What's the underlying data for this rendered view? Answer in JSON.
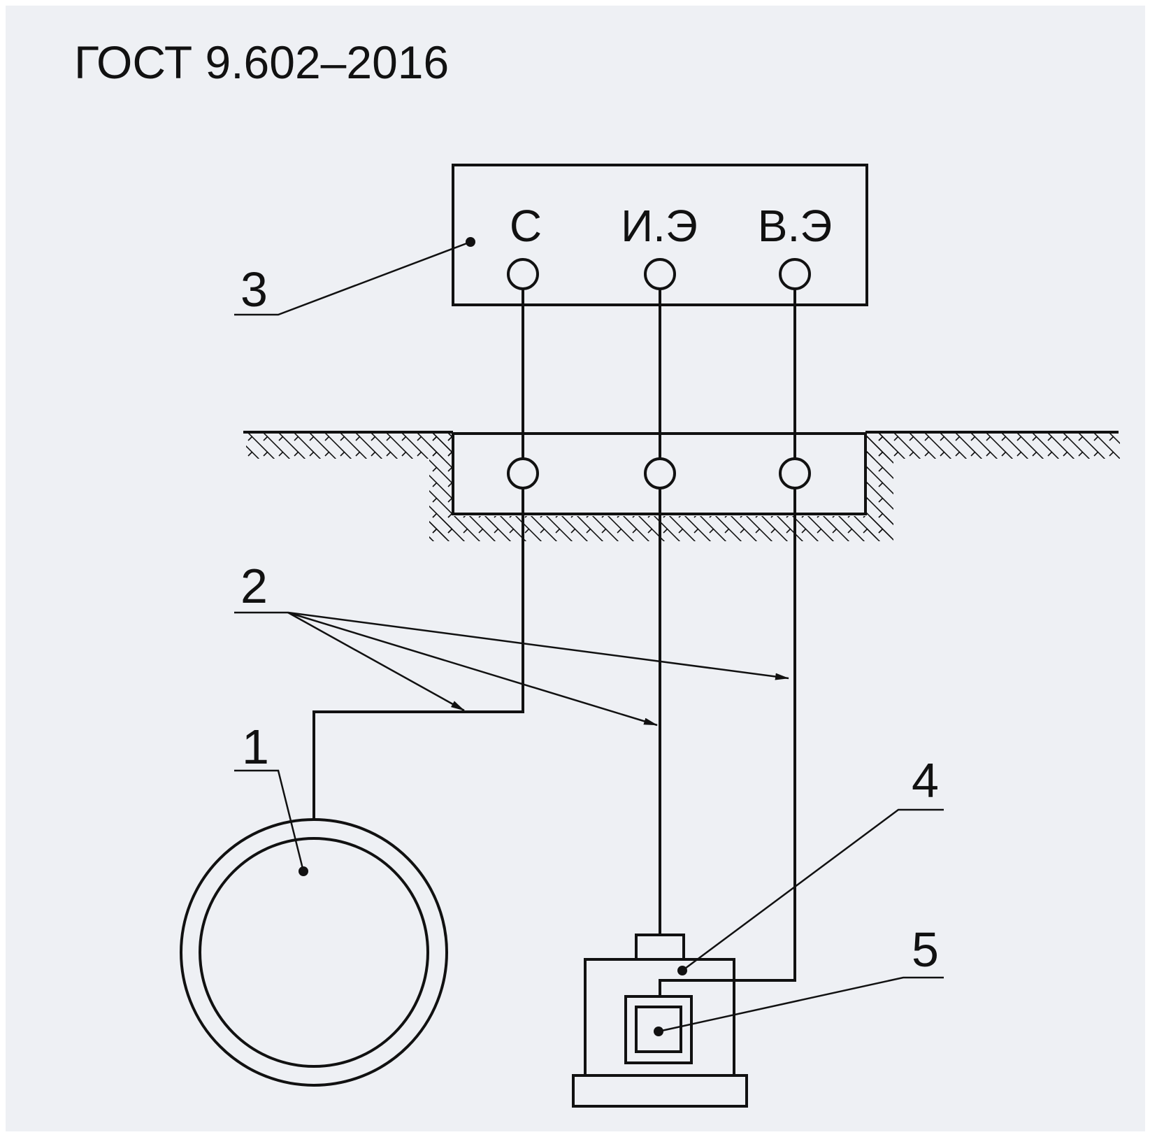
{
  "colors": {
    "background": "#eef0f4",
    "ink": "#111111",
    "frame": "#ffffff"
  },
  "title": "ГОСТ 9.602–2016",
  "terminals": {
    "c": "С",
    "ie": "И.Э",
    "ve": "В.Э"
  },
  "callouts": {
    "pipe": "1",
    "wires": "2",
    "meter": "3",
    "sensor": "4",
    "plate": "5"
  }
}
